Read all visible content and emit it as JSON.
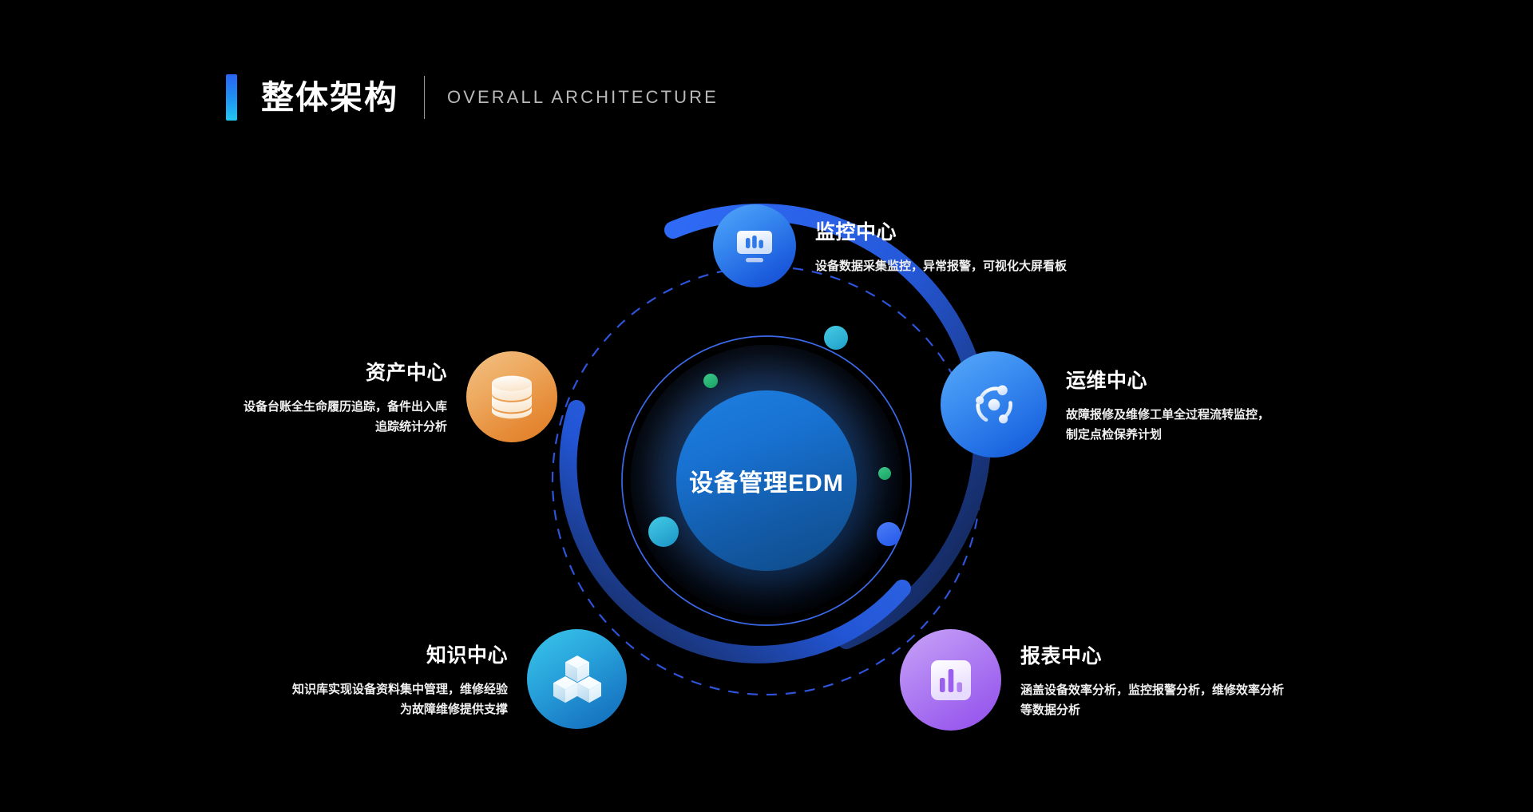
{
  "header": {
    "title_cn": "整体架构",
    "title_en": "OVERALL  ARCHITECTURE",
    "accent_color": "#2b64f5",
    "accent_color_end": "#22c7f2"
  },
  "core": {
    "label": "设备管理EDM",
    "ring_color": "#3a6df5",
    "dashed_ring_color": "#2f5fe8"
  },
  "nodes": [
    {
      "id": "monitor",
      "title": "监控中心",
      "desc_lines": [
        "设备数据采集监控，异常报警，可视化大屏看板"
      ],
      "icon": "monitor-dashboard-icon",
      "color_from": "#54a7f7",
      "color_to": "#1348cf",
      "side": "right"
    },
    {
      "id": "ops",
      "title": "运维中心",
      "desc_lines": [
        "故障报修及维修工单全过程流转监控，",
        "制定点检保养计划"
      ],
      "icon": "workflow-nodes-icon",
      "color_from": "#58aaf8",
      "color_to": "#1352d4",
      "side": "right"
    },
    {
      "id": "report",
      "title": "报表中心",
      "desc_lines": [
        "涵盖设备效率分析，监控报警分析，维修效率分析",
        "等数据分析"
      ],
      "icon": "bar-chart-icon",
      "color_from": "#c8a3f7",
      "color_to": "#9450eb",
      "side": "right"
    },
    {
      "id": "knowledge",
      "title": "知识中心",
      "desc_lines": [
        "知识库实现设备资料集中管理，维修经验",
        "为故障维修提供支撑"
      ],
      "icon": "cubes-3d-icon",
      "color_from": "#3ac7ea",
      "color_to": "#1169b6",
      "side": "left"
    },
    {
      "id": "asset",
      "title": "资产中心",
      "desc_lines": [
        "设备台账全生命履历追踪，备件出入库",
        "追踪统计分析"
      ],
      "icon": "database-icon",
      "color_from": "#f2c185",
      "color_to": "#e07b22",
      "side": "left"
    }
  ]
}
